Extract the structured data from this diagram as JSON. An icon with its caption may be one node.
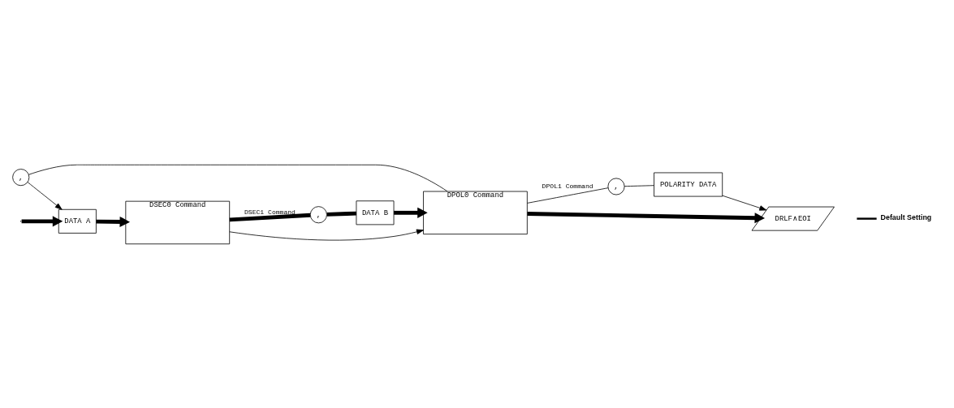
{
  "diagram": {
    "nodes": [
      {
        "text": [
          ","
        ]
      },
      {
        "text": [
          "DATA A"
        ]
      },
      {
        "text": [
          "DSEC0 Command"
        ]
      },
      {
        "text": [
          ","
        ]
      },
      {
        "text": [
          "DATA B"
        ]
      },
      {
        "text": [
          "DPOL0 Command"
        ]
      },
      {
        "text": [
          ","
        ]
      },
      {
        "text": [
          "POLARITY DATA"
        ]
      },
      {
        "text": [
          "DRLF∧EOI"
        ]
      }
    ],
    "edges": [
      {
        "from": null,
        "to": 1,
        "arrow": "to",
        "style": "thick"
      },
      {
        "from": 1,
        "to": 2,
        "arrow": "to",
        "style": "thick"
      },
      {
        "from": 2,
        "to": 3,
        "arrow": "none",
        "style": "thick",
        "label": "DSEC1 Command"
      },
      {
        "from": 3,
        "to": 4,
        "arrow": "none",
        "style": "thick"
      },
      {
        "from": 4,
        "to": 5,
        "arrow": "to",
        "style": "thick"
      },
      {
        "from": 2,
        "to": 5,
        "arrow": "to"
      },
      {
        "from": 5,
        "to": 8,
        "arrow": "to",
        "style": "thick"
      },
      {
        "from": 5,
        "to": 6,
        "arrow": "none",
        "label": "DPOL1 Command"
      },
      {
        "from": 6,
        "to": 7,
        "arrow": "none"
      },
      {
        "from": 7,
        "to": 8,
        "arrow": "to"
      },
      {
        "from": 5,
        "to": 0,
        "arrow": "none"
      },
      {
        "from": 0,
        "to": 1,
        "arrow": "to"
      }
    ],
    "legend": [
      {
        "text": "Default Setting"
      }
    ]
  }
}
